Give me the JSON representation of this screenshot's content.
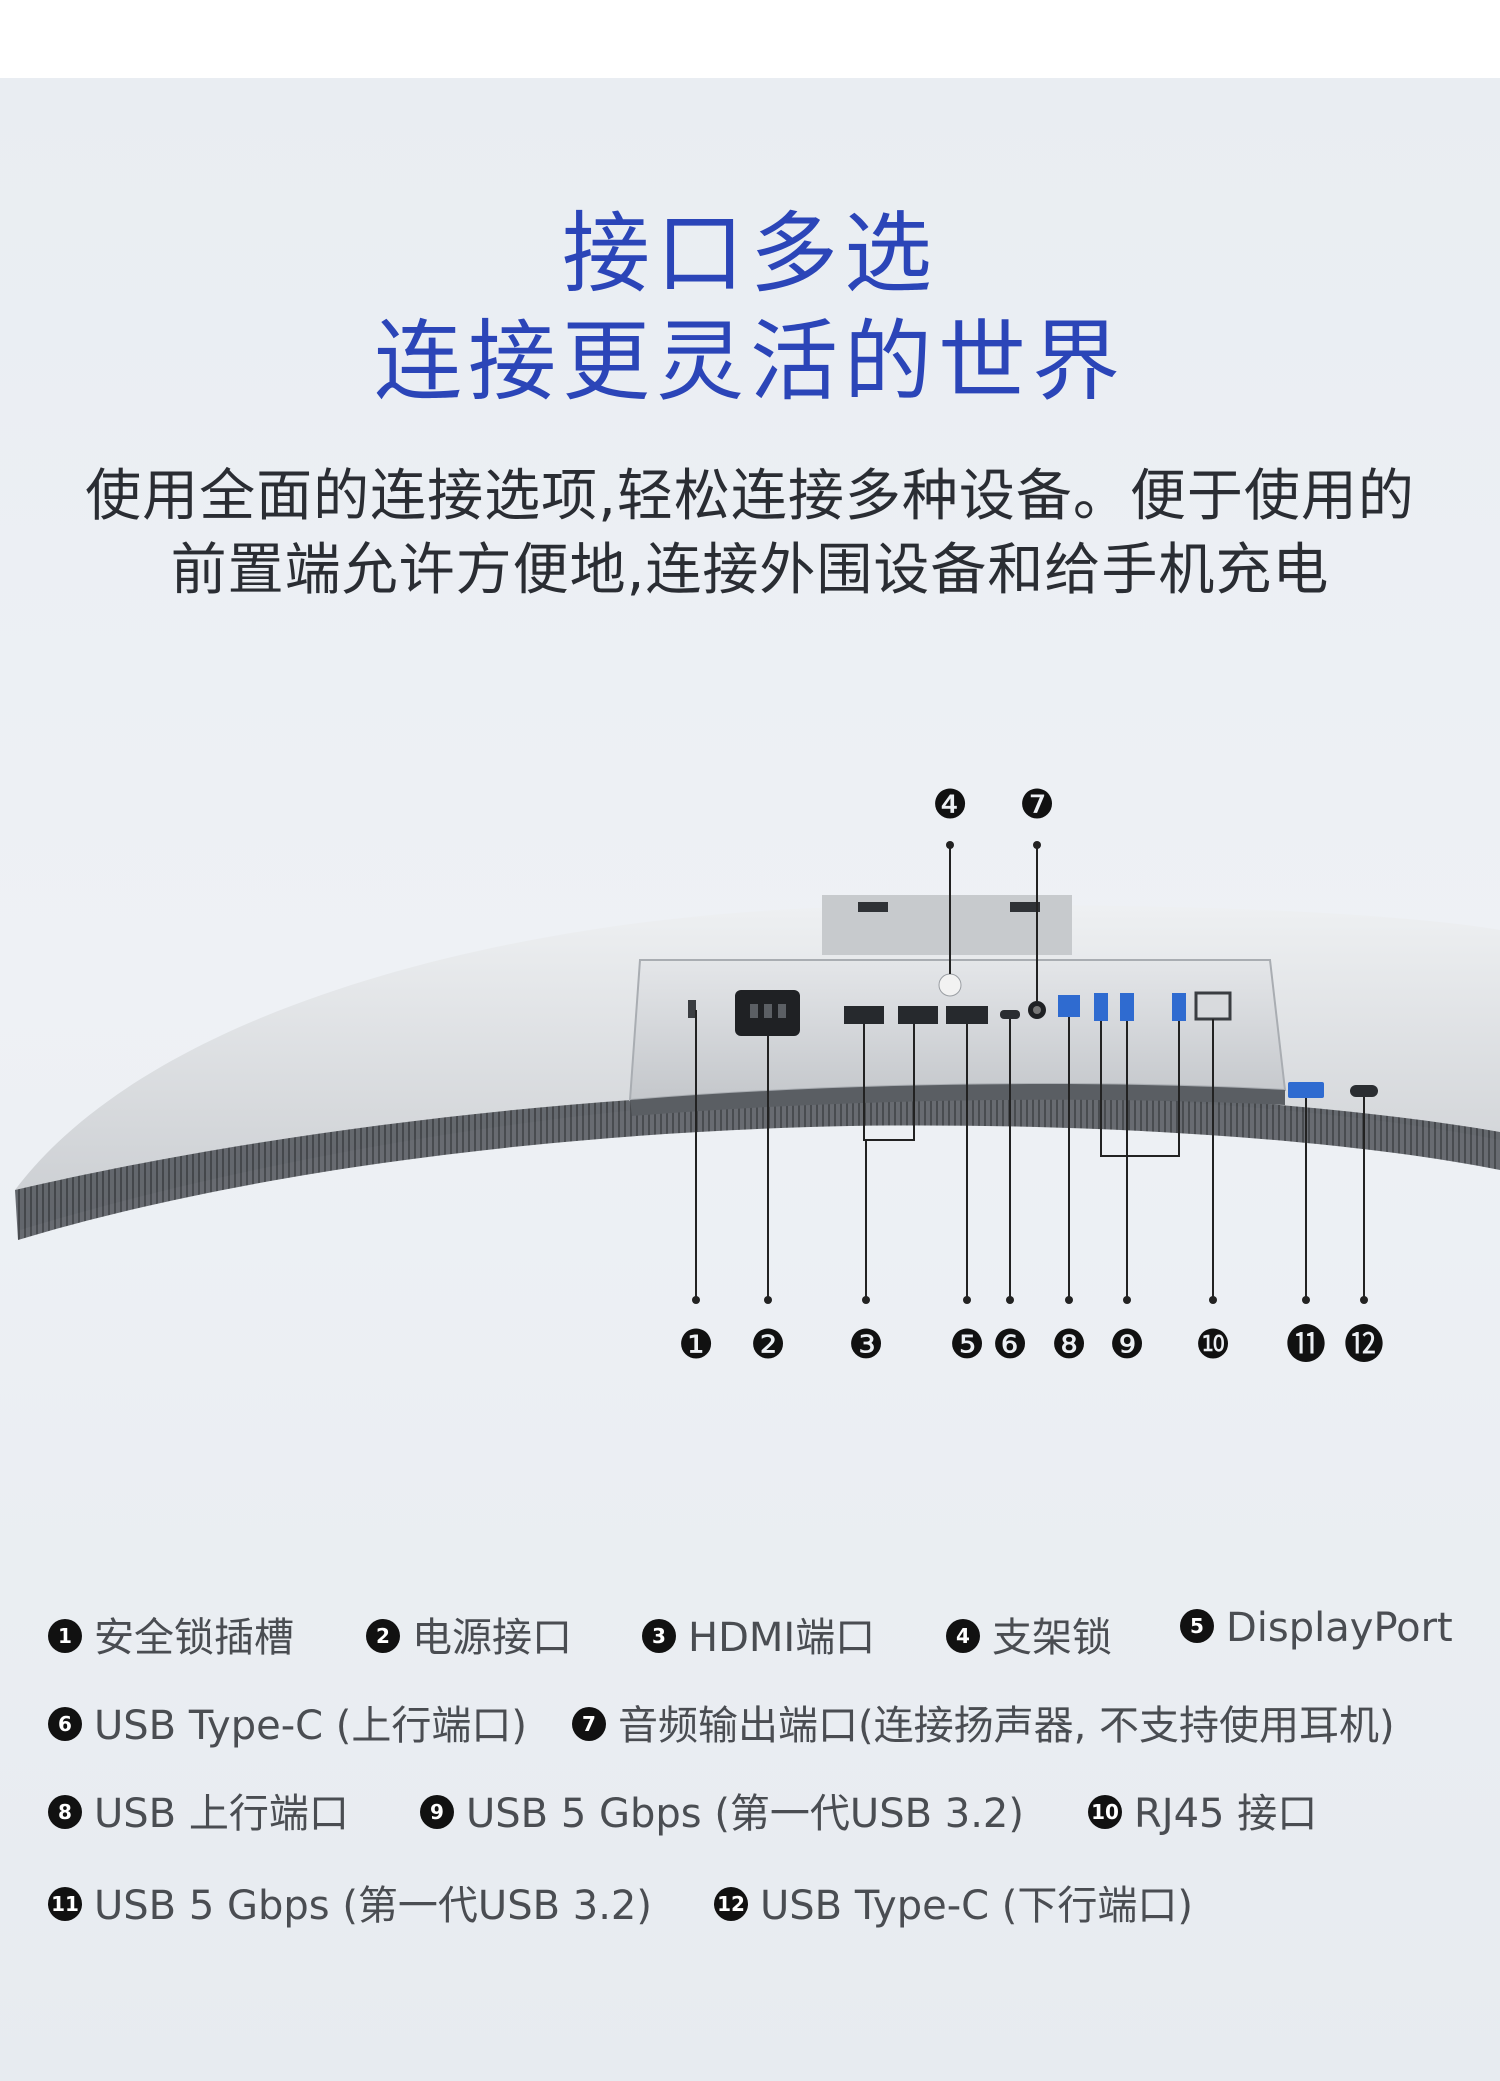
{
  "header": {
    "title_line1": "接口多选",
    "title_line2": "连接更灵活的世界"
  },
  "description": {
    "line1": "使用全面的连接选项,轻松连接多种设备。便于使用的",
    "line2": "前置端允许方便地,连接外围设备和给手机充电"
  },
  "diagram": {
    "callouts": [
      "❶",
      "❷",
      "❸",
      "❹",
      "❺",
      "❻",
      "❼",
      "❽",
      "❾",
      "❿",
      "⓫",
      "⓬"
    ]
  },
  "legend": [
    {
      "num": "1",
      "label": "安全锁插槽"
    },
    {
      "num": "2",
      "label": "电源接口"
    },
    {
      "num": "3",
      "label": "HDMI端口"
    },
    {
      "num": "4",
      "label": "支架锁"
    },
    {
      "num": "5",
      "label": "DisplayPort"
    },
    {
      "num": "6",
      "label": "USB Type-C (上行端口)"
    },
    {
      "num": "7",
      "label": "音频输出端口(连接扬声器, 不支持使用耳机)"
    },
    {
      "num": "8",
      "label": "USB 上行端口"
    },
    {
      "num": "9",
      "label": "USB 5 Gbps (第一代USB 3.2)"
    },
    {
      "num": "10",
      "label": "RJ45 接口"
    },
    {
      "num": "11",
      "label": "USB 5 Gbps (第一代USB 3.2)"
    },
    {
      "num": "12",
      "label": "USB Type-C (下行端口)"
    }
  ],
  "colors": {
    "title_blue": "#2b45b8",
    "body_text": "#2a2d33",
    "legend_text": "#4a4d52",
    "monitor_body": "#d9dcdf",
    "port_panel": "#cfd2d6"
  }
}
